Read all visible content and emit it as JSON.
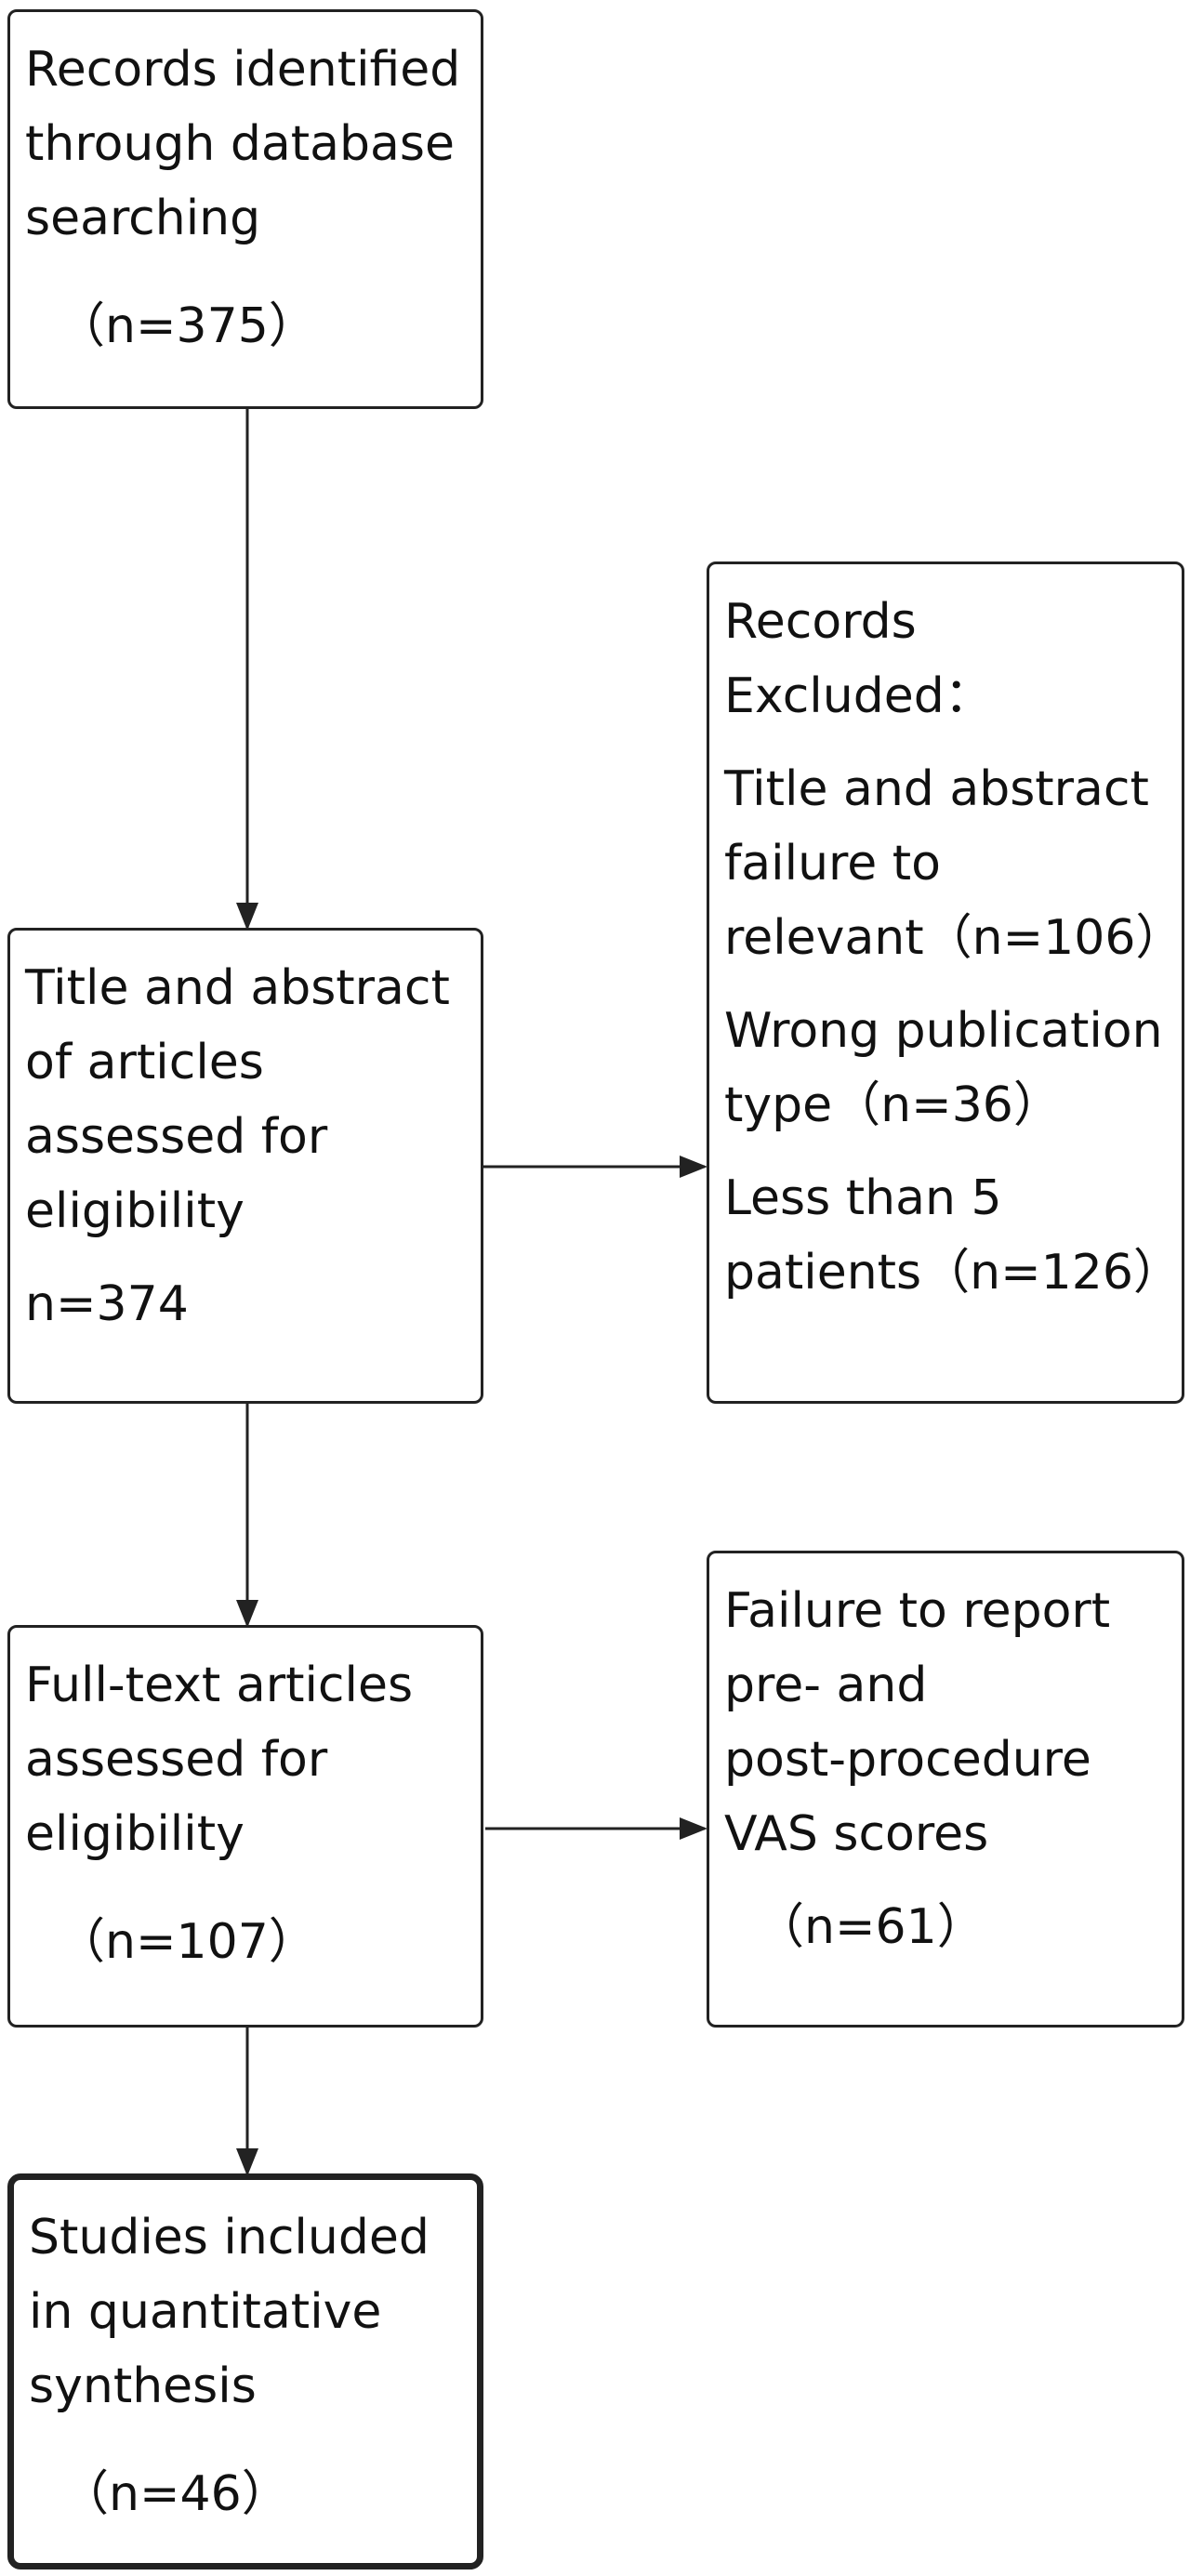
{
  "flow": {
    "identified": {
      "lines": [
        "Records identified",
        "through database",
        "searching"
      ],
      "count": "（n=375）"
    },
    "screened": {
      "lines": [
        "Title and abstract",
        "of articles",
        "assessed for",
        "eligibility"
      ],
      "count": "n=374"
    },
    "excluded": {
      "heading": [
        "Records",
        "Excluded："
      ],
      "reasons": [
        [
          "Title and abstract",
          "failure to",
          "relevant（n=106）"
        ],
        [
          "Wrong publication",
          "type（n=36）"
        ],
        [
          "Less than 5",
          "patients（n=126）"
        ]
      ]
    },
    "fulltext": {
      "lines": [
        "Full-text articles",
        "assessed for",
        "eligibility"
      ],
      "count": "（n=107）"
    },
    "fulltext_excluded": {
      "lines": [
        "Failure to report",
        "pre- and",
        "post-procedure",
        "VAS scores"
      ],
      "count": "（n=61）"
    },
    "included": {
      "lines": [
        "Studies included",
        "in quantitative",
        "synthesis"
      ],
      "count": "（n=46）"
    }
  }
}
